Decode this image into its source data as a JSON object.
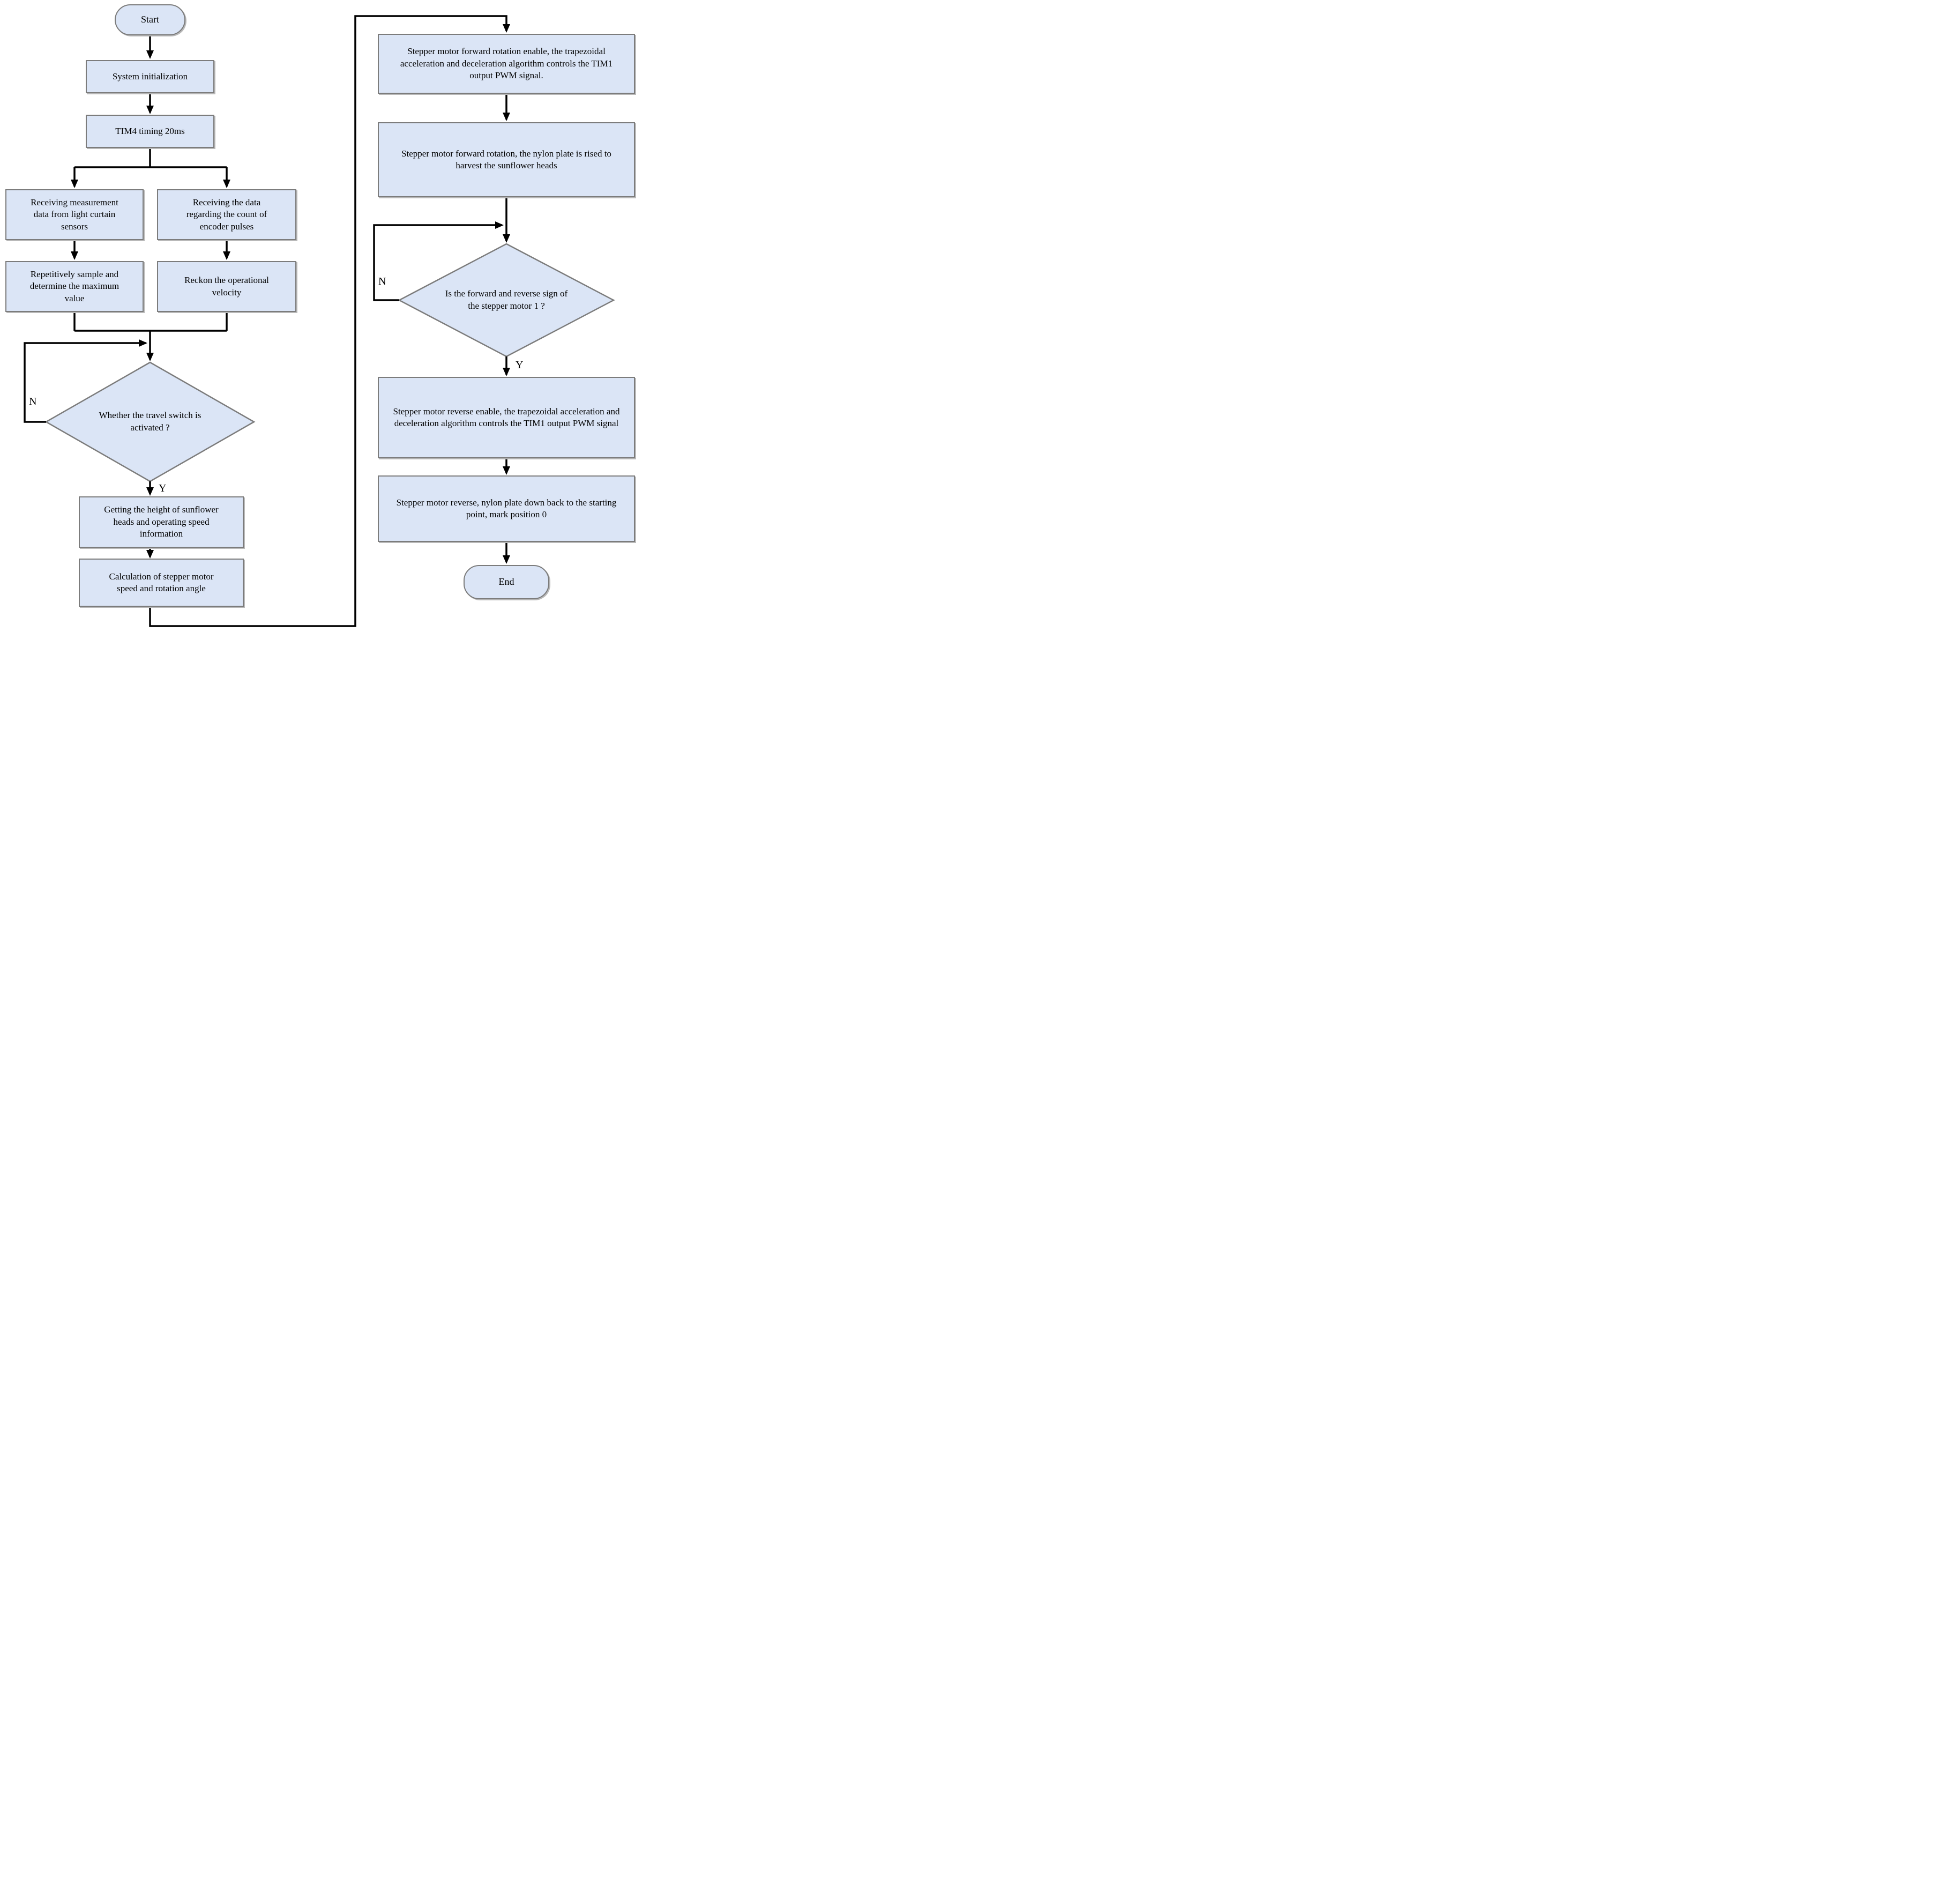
{
  "diagram": {
    "type": "flowchart",
    "colors": {
      "node_fill": "#dbe5f6",
      "node_border": "#7c7c7c",
      "connector": "#000000",
      "text": "#000000",
      "background": "#ffffff"
    },
    "nodes": {
      "start": {
        "type": "terminator",
        "label": "Start"
      },
      "system_init": {
        "type": "process",
        "label": "System initialization"
      },
      "tim4": {
        "type": "process",
        "label": "TIM4 timing 20ms"
      },
      "recv_light_curtain": {
        "type": "process",
        "label": "Receiving measurement data from light curtain sensors"
      },
      "recv_encoder": {
        "type": "process",
        "label": "Receiving the data regarding the count of encoder pulses"
      },
      "sample_max": {
        "type": "process",
        "label": "Repetitively sample and determine the maximum value"
      },
      "reckon_velocity": {
        "type": "process",
        "label": "Reckon the operational velocity"
      },
      "travel_switch_decision": {
        "type": "decision",
        "label": "Whether the travel switch is activated ?"
      },
      "get_height": {
        "type": "process",
        "label": "Getting the height of sunflower heads and operating speed information"
      },
      "calc_stepper": {
        "type": "process",
        "label": "Calculation of stepper motor speed and rotation angle"
      },
      "forward_enable": {
        "type": "process",
        "label": "Stepper motor forward rotation enable, the trapezoidal acceleration and deceleration algorithm controls the TIM1 output PWM signal."
      },
      "forward_rotation": {
        "type": "process",
        "label": "Stepper motor forward rotation, the nylon plate is rised to harvest the sunflower heads"
      },
      "sign_decision": {
        "type": "decision",
        "label": "Is the forward and reverse sign of the stepper motor 1 ?"
      },
      "reverse_enable": {
        "type": "process",
        "label": "Stepper motor reverse enable, the trapezoidal acceleration and deceleration algorithm controls the TIM1 output PWM signal"
      },
      "reverse_rotation": {
        "type": "process",
        "label": "Stepper motor reverse, nylon plate down back to the starting point, mark position 0"
      },
      "end": {
        "type": "terminator",
        "label": "End"
      }
    },
    "edge_labels": {
      "travel_switch_no": "N",
      "travel_switch_yes": "Y",
      "sign_no": "N",
      "sign_yes": "Y"
    }
  }
}
